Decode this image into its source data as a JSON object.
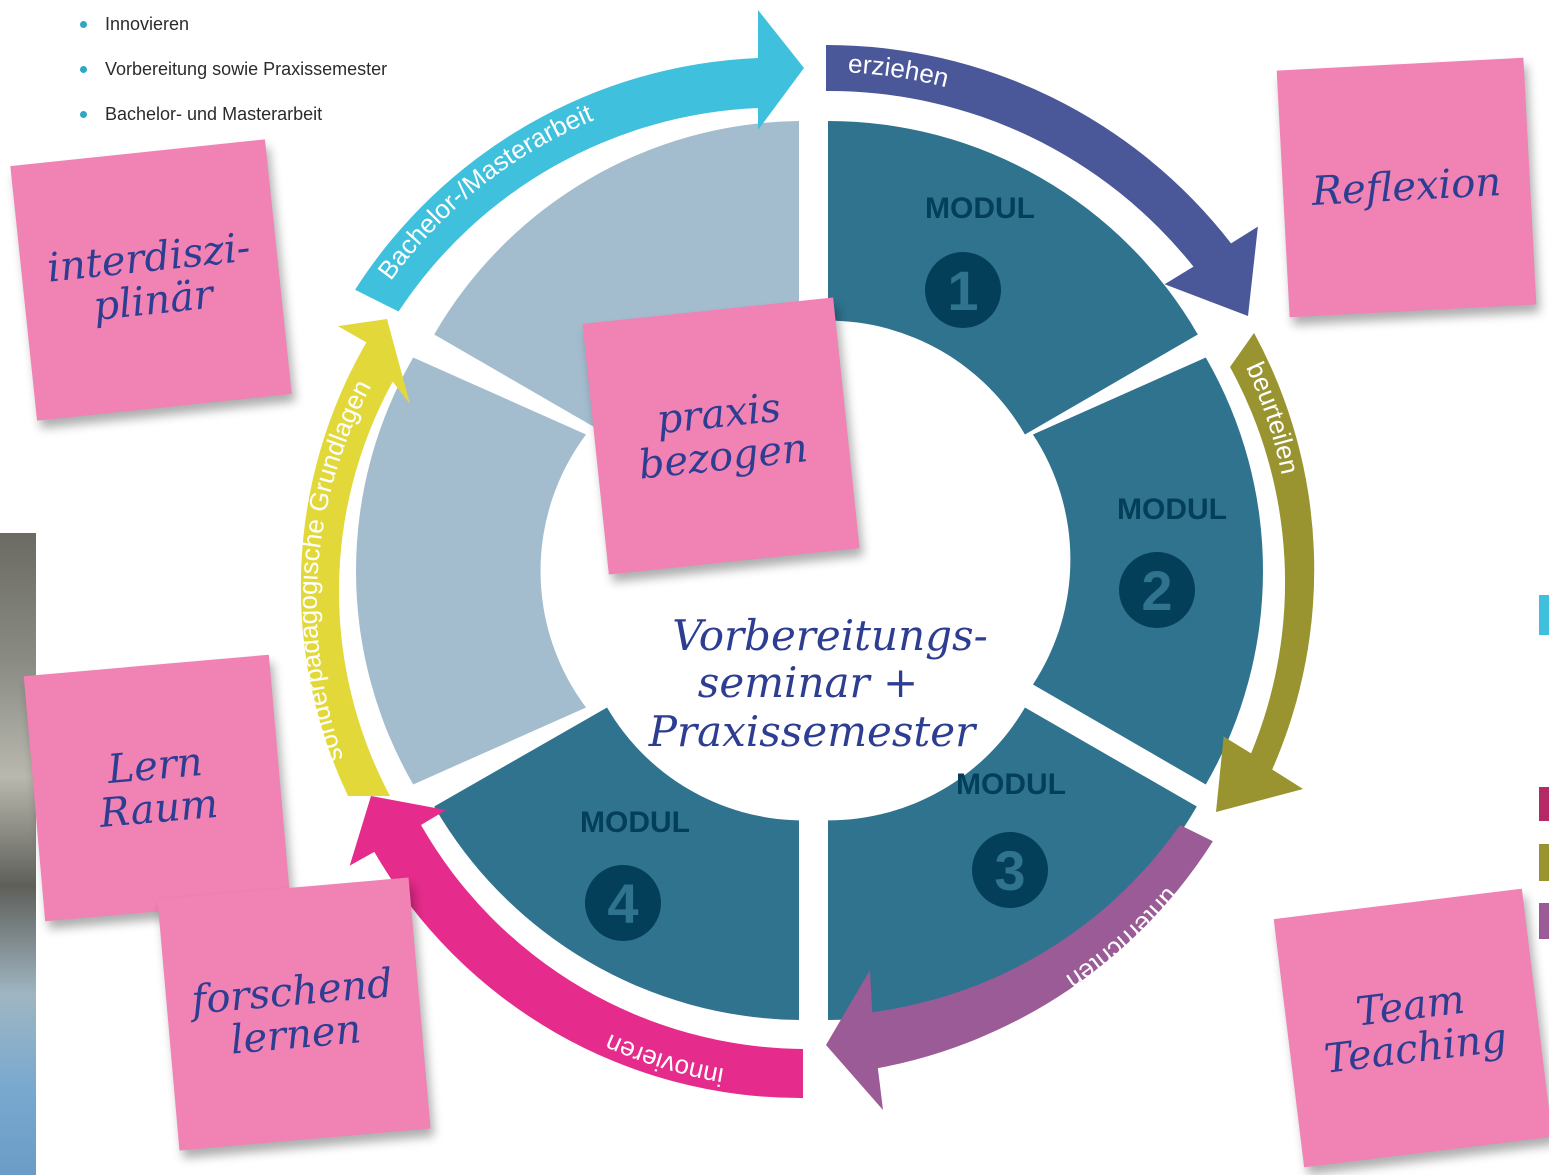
{
  "bullets": [
    "Innovieren",
    "Vorbereitung sowie Praxissemester",
    "Bachelor- und Masterarbeit"
  ],
  "arrows": {
    "erziehen": "erziehen",
    "beurteilen": "beurteilen",
    "unterrichten": "unterrichten",
    "innovieren": "innovieren",
    "grundlagen": "sonderpädagogische Grundlagen",
    "abschluss": "Bachelor-/Masterarbeit"
  },
  "modules": {
    "label": "MODUL",
    "m1": "1",
    "m2": "2",
    "m3": "3",
    "m4": "4"
  },
  "center": {
    "line1": "Vorbereitungs-",
    "line2": "seminar +",
    "line3": "Praxissemester"
  },
  "notes": {
    "interdisziplinaer": "interdiszi-\nplinär",
    "reflexion": "Reflexion",
    "praxis": "praxis\nbezogen",
    "lernraum": "Lern\nRaum",
    "forschend": "forschend\nlernen",
    "teamteaching": "Team\nTeaching"
  },
  "colors": {
    "module_teal": "#2f738f",
    "module_light": "#a3bdcf",
    "badge": "#043f5a",
    "erziehen": "#4a5799",
    "beurteilen": "#999430",
    "unterrichten": "#9a5b96",
    "innovieren": "#e52b8b",
    "grundlagen": "#e2d83a",
    "abschluss": "#3fc0dc",
    "note_pink": "#f082b4",
    "handwriting": "#2d3d91"
  }
}
